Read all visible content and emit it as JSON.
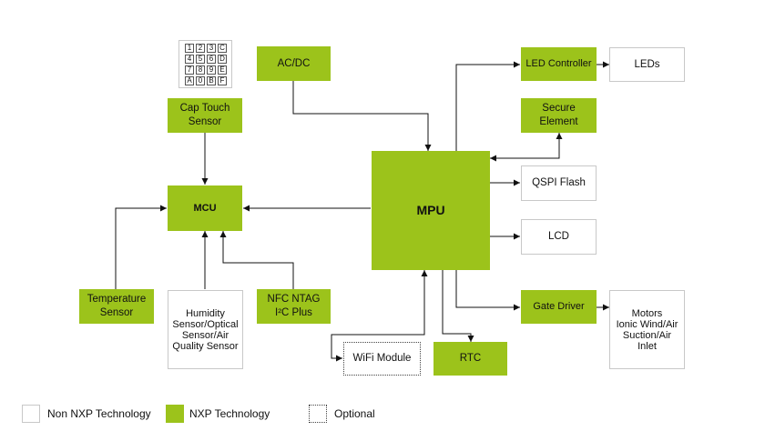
{
  "blocks": {
    "cap_touch": "Cap Touch\nSensor",
    "mcu": "MCU",
    "temperature": "Temperature\nSensor",
    "humidity": "Humidity\nSensor/Optical\nSensor/Air\nQuality Sensor",
    "nfc": "NFC NTAG\nI²C Plus",
    "acdc": "AC/DC",
    "mpu": "MPU",
    "wifi": "WiFi Module",
    "rtc": "RTC",
    "led_controller": "LED Controller",
    "leds": "LEDs",
    "secure_element": "Secure\nElement",
    "qspi_flash": "QSPI Flash",
    "lcd": "LCD",
    "gate_driver": "Gate Driver",
    "motors": "Motors\nIonic Wind/Air\nSuction/Air\nInlet"
  },
  "keypad": [
    "1",
    "2",
    "3",
    "C",
    "4",
    "5",
    "6",
    "D",
    "7",
    "8",
    "9",
    "E",
    "A",
    "0",
    "B",
    "F"
  ],
  "legend": {
    "non_nxp": "Non NXP Technology",
    "nxp": "NXP Technology",
    "optional": "Optional"
  },
  "colors": {
    "nxp": "#9cc31b",
    "non_nxp_border": "#c8c8c8",
    "line": "#111111"
  }
}
